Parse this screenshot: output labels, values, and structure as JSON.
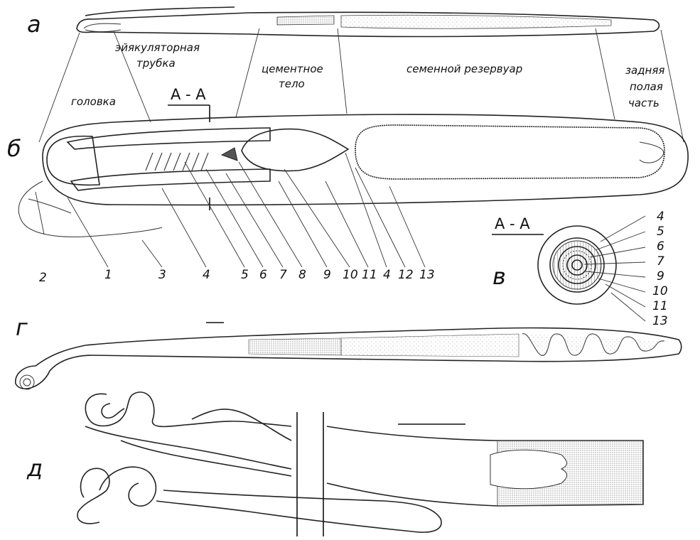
{
  "panels": {
    "a": "а",
    "b": "б",
    "v": "в",
    "g": "г",
    "d": "д"
  },
  "regions": {
    "head": "головка",
    "ejac_line1": "эйякуляторная",
    "ejac_line2": "трубка",
    "cement_line1": "цементное",
    "cement_line2": "тело",
    "seminal": "семенной резервуар",
    "post_line1": "задняя",
    "post_line2": "полая",
    "post_line3": "часть"
  },
  "section_label": "А - А",
  "numbers_b": [
    "2",
    "1",
    "3",
    "4",
    "5",
    "6",
    "7",
    "8",
    "9",
    "10",
    "11",
    "4",
    "12",
    "13"
  ],
  "numbers_v": [
    "4",
    "5",
    "6",
    "7",
    "9",
    "10",
    "11",
    "13"
  ],
  "colors": {
    "ink": "#222222",
    "stipple": "#9a9a9a",
    "background": "#ffffff"
  }
}
